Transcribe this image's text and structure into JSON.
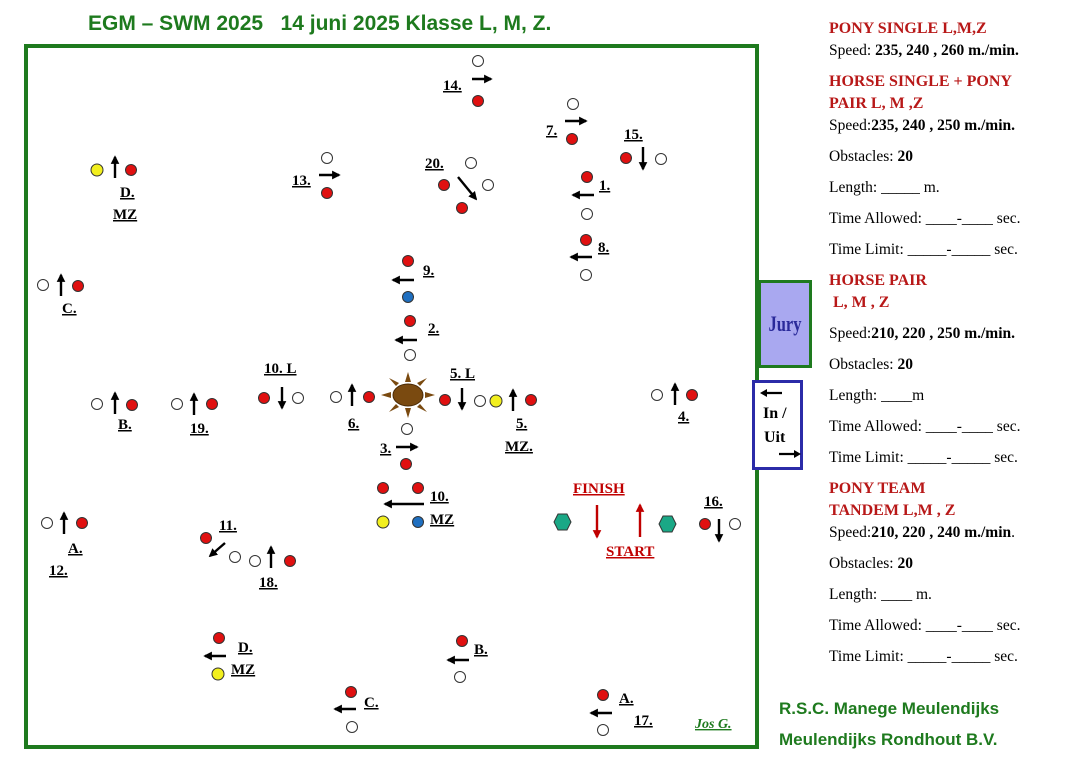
{
  "title": "EGM – SWM 2025   14 juni 2025 Klasse L, M, Z.",
  "colors": {
    "arena_border": "#1e7a1e",
    "cone_red": "#e01010",
    "cone_yellow": "#f2ef1e",
    "cone_blue": "#1f6fc0",
    "marker_green": "#1aa886",
    "jury_fill": "#a9a8f0",
    "heading_red": "#b81818"
  },
  "arena": {
    "credit": "Jos G.",
    "labels": {
      "o1": "1.",
      "o2": "2.",
      "o3": "3.",
      "o4": "4.",
      "o5l": "5. L",
      "o5": "5.",
      "o5mz": "MZ.",
      "o6": "6.",
      "o7": "7.",
      "o8": "8.",
      "o9": "9.",
      "o10l": "10. L",
      "o10": "10.",
      "o10mz": "MZ",
      "o11": "11.",
      "o12": "12.",
      "o13": "13.",
      "o14": "14.",
      "o15": "15.",
      "o16": "16.",
      "o17": "17.",
      "o18": "18.",
      "o19": "19.",
      "o20": "20.",
      "a_left": "A.",
      "a_bottom": "A.",
      "b_left": "B.",
      "b_bottom": "B.",
      "c_left": "C.",
      "c_bottom": "C.",
      "d_top": "D.",
      "d_top_mz": "MZ",
      "d_bottom": "D.",
      "d_bottom_mz": "MZ",
      "finish": "FINISH",
      "start": "START"
    }
  },
  "jury": "Jury",
  "in_uit": {
    "line1": "In /",
    "line2": "Uit"
  },
  "info": {
    "pony_single": {
      "title": "PONY SINGLE L,M,Z",
      "speed_label": "Speed: ",
      "speed_value": "235, 240 , 260 m./min."
    },
    "horse_single": {
      "title1": "HORSE SINGLE + PONY",
      "title2": "PAIR L, M ,Z",
      "speed_label": "Speed:",
      "speed_value": "235, 240 , 250 m./min.",
      "obstacles_label": "Obstacles: ",
      "obstacles_value": "20",
      "length": "Length: _____ m.",
      "time_allowed": "Time Allowed: ____-____ sec.",
      "time_limit": "Time Limit: _____-_____ sec."
    },
    "horse_pair": {
      "title1": "HORSE  PAIR",
      "title2": " L, M , Z",
      "speed_label": "Speed:",
      "speed_value": "210, 220 , 250 m./min.",
      "obstacles_label": "Obstacles: ",
      "obstacles_value": "20",
      "length": "Length: ____m",
      "time_allowed": "Time Allowed: ____-____ sec.",
      "time_limit": "Time Limit: _____-_____ sec."
    },
    "pony_team": {
      "title1": "PONY TEAM",
      "title2": "TANDEM  L,M , Z",
      "speed_label": "Speed:",
      "speed_value": "210, 220 , 240 m./min",
      "speed_end": ".",
      "obstacles_label": "Obstacles: ",
      "obstacles_value": "20",
      "length": "Length: ____ m.",
      "time_allowed": "Time Allowed: ____-____ sec.",
      "time_limit": "Time Limit: _____-_____ sec."
    }
  },
  "club": {
    "line1": "R.S.C. Manege Meulendijks",
    "line2": "Meulendijks Rondhout B.V."
  }
}
